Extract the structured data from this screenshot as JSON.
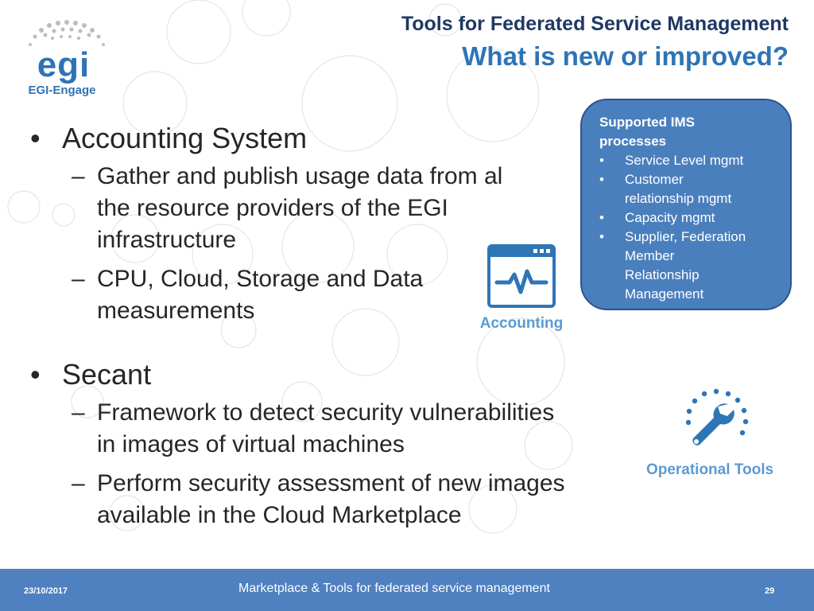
{
  "header": {
    "title": "Tools for Federated Service Management",
    "subtitle": "What is new or improved?",
    "logo_text": "EGI-Engage",
    "logo_mark": "egi"
  },
  "ims_box": {
    "heading_line1": "Supported IMS",
    "heading_line2": "processes",
    "bullet": "•",
    "items": [
      {
        "line1": "Service Level mgmt"
      },
      {
        "line1": "Customer",
        "line2": "relationship mgmt"
      },
      {
        "line1": "Capacity mgmt"
      },
      {
        "line1": "Supplier, Federation",
        "line2": "Member",
        "line3": "Relationship",
        "line4": "Management"
      }
    ]
  },
  "topics": [
    {
      "title": "Accounting System",
      "subs": [
        {
          "line1": "Gather and publish usage data from al",
          "line2": "the resource providers of the EGI",
          "line3": "infrastructure"
        },
        {
          "line1": "CPU, Cloud, Storage and Data",
          "line2": "measurements"
        }
      ]
    },
    {
      "title": "Secant",
      "subs": [
        {
          "line1": "Framework to detect security vulnerabilities",
          "line2": "in images of virtual machines"
        },
        {
          "line1": "Perform security assessment of new images",
          "line2": "available in the Cloud Marketplace"
        }
      ]
    }
  ],
  "icons": {
    "accounting_label": "Accounting",
    "accounting_icon": "activity-monitor-icon",
    "operational_label": "Operational Tools",
    "operational_icon": "wrench-gear-icon"
  },
  "footer": {
    "date": "23/10/2017",
    "title": "Marketplace & Tools for federated service management",
    "page": "29"
  },
  "colors": {
    "title_dark": "#1f3864",
    "title_blue": "#2e74b5",
    "box_fill": "#4a7fbd",
    "box_border": "#2f528f",
    "icon_blue": "#2e75b6",
    "label_blue": "#5b9bd5",
    "footer": "#4f80c0"
  }
}
